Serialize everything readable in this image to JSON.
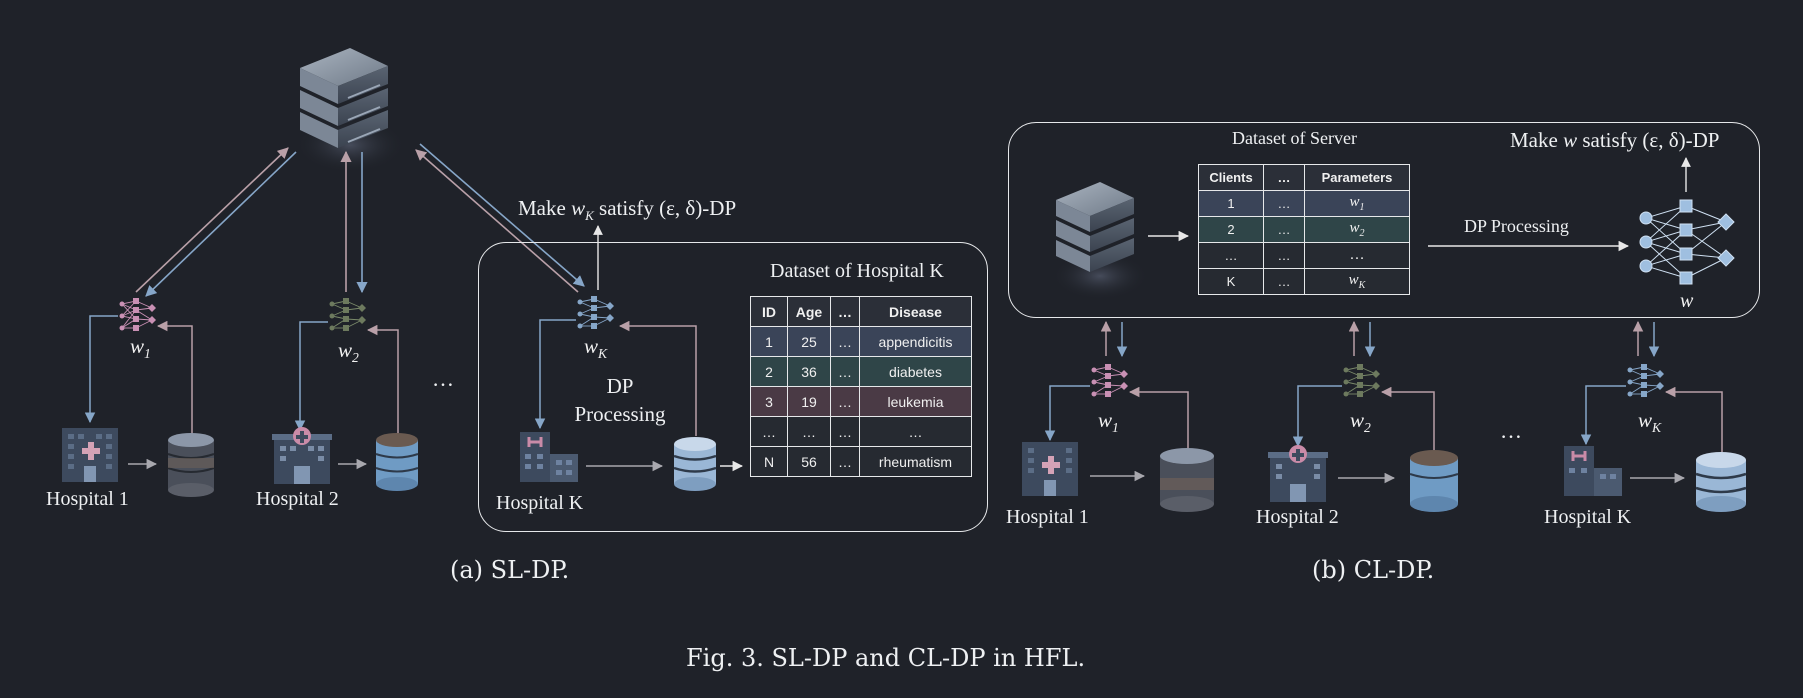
{
  "panel_a": {
    "caption": "(a) SL-DP.",
    "make_label_pre": "Make ",
    "make_w": "w",
    "make_sub": "K",
    "make_label_post": " satisfy (ε, δ)-DP",
    "box_title": "Dataset of Hospital K",
    "dp_line1": "DP",
    "dp_line2": "Processing",
    "ellipsis": "…",
    "hospitals": [
      {
        "label": "Hospital 1",
        "w": "w",
        "sub": "1"
      },
      {
        "label": "Hospital 2",
        "w": "w",
        "sub": "2"
      },
      {
        "label": "Hospital K",
        "w": "w",
        "sub": "K"
      }
    ],
    "table": {
      "headers": [
        "ID",
        "Age",
        "…",
        "Disease"
      ],
      "rows": [
        [
          "1",
          "25",
          "…",
          "appendicitis"
        ],
        [
          "2",
          "36",
          "…",
          "diabetes"
        ],
        [
          "3",
          "19",
          "…",
          "leukemia"
        ],
        [
          "…",
          "…",
          "…",
          "…"
        ],
        [
          "N",
          "56",
          "…",
          "rheumatism"
        ]
      ],
      "row_colors": [
        "#3a4458",
        "#2f4548",
        "#4a3a45",
        "#262a31",
        "#262a31"
      ]
    }
  },
  "panel_b": {
    "caption": "(b) CL-DP.",
    "box_title": "Dataset of Server",
    "make_label_pre": "Make ",
    "make_w": "w",
    "make_label_post": " satisfy (ε, δ)-DP",
    "dp_label": "DP Processing",
    "out_w": "w",
    "ellipsis": "…",
    "hospitals": [
      {
        "label": "Hospital 1",
        "w": "w",
        "sub": "1"
      },
      {
        "label": "Hospital 2",
        "w": "w",
        "sub": "2"
      },
      {
        "label": "Hospital K",
        "w": "w",
        "sub": "K"
      }
    ],
    "table": {
      "headers": [
        "Clients",
        "…",
        "Parameters"
      ],
      "rows": [
        [
          "1",
          "…",
          "w",
          "1"
        ],
        [
          "2",
          "…",
          "w",
          "2"
        ],
        [
          "…",
          "…",
          "…",
          ""
        ],
        [
          "K",
          "…",
          "w",
          "K"
        ]
      ],
      "row_colors": [
        "#3a4458",
        "#2f4548",
        "#262a31",
        "#262a31"
      ]
    }
  },
  "figure_caption": "Fig. 3.  SL-DP and CL-DP in HFL.",
  "colors": {
    "blue_arrow": "#86a6c8",
    "pink_arrow": "#b9a0a8",
    "grey_arrow": "#a8a8ae",
    "background": "#1f2229"
  }
}
